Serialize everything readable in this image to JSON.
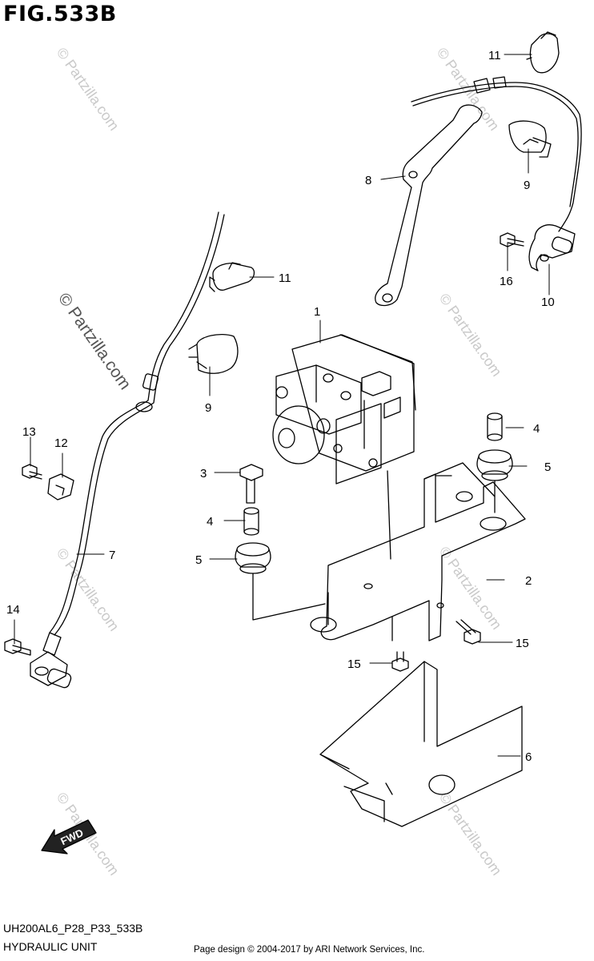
{
  "figure": {
    "title": "FIG.533B",
    "code": "UH200AL6_P28_P33_533B",
    "name": "HYDRAULIC UNIT",
    "copyright": "Page design © 2004-2017 by ARI Network Services, Inc."
  },
  "watermark": {
    "text": "© Partzilla.com"
  },
  "direction_label": "FWD",
  "callouts": [
    {
      "id": "c1",
      "label": "1"
    },
    {
      "id": "c2",
      "label": "2"
    },
    {
      "id": "c3",
      "label": "3"
    },
    {
      "id": "c4a",
      "label": "4"
    },
    {
      "id": "c4b",
      "label": "4"
    },
    {
      "id": "c5a",
      "label": "5"
    },
    {
      "id": "c5b",
      "label": "5"
    },
    {
      "id": "c6",
      "label": "6"
    },
    {
      "id": "c7",
      "label": "7"
    },
    {
      "id": "c8",
      "label": "8"
    },
    {
      "id": "c9a",
      "label": "9"
    },
    {
      "id": "c9b",
      "label": "9"
    },
    {
      "id": "c10",
      "label": "10"
    },
    {
      "id": "c11a",
      "label": "11"
    },
    {
      "id": "c11b",
      "label": "11"
    },
    {
      "id": "c12",
      "label": "12"
    },
    {
      "id": "c13",
      "label": "13"
    },
    {
      "id": "c14",
      "label": "14"
    },
    {
      "id": "c15a",
      "label": "15"
    },
    {
      "id": "c15b",
      "label": "15"
    },
    {
      "id": "c16",
      "label": "16"
    }
  ]
}
